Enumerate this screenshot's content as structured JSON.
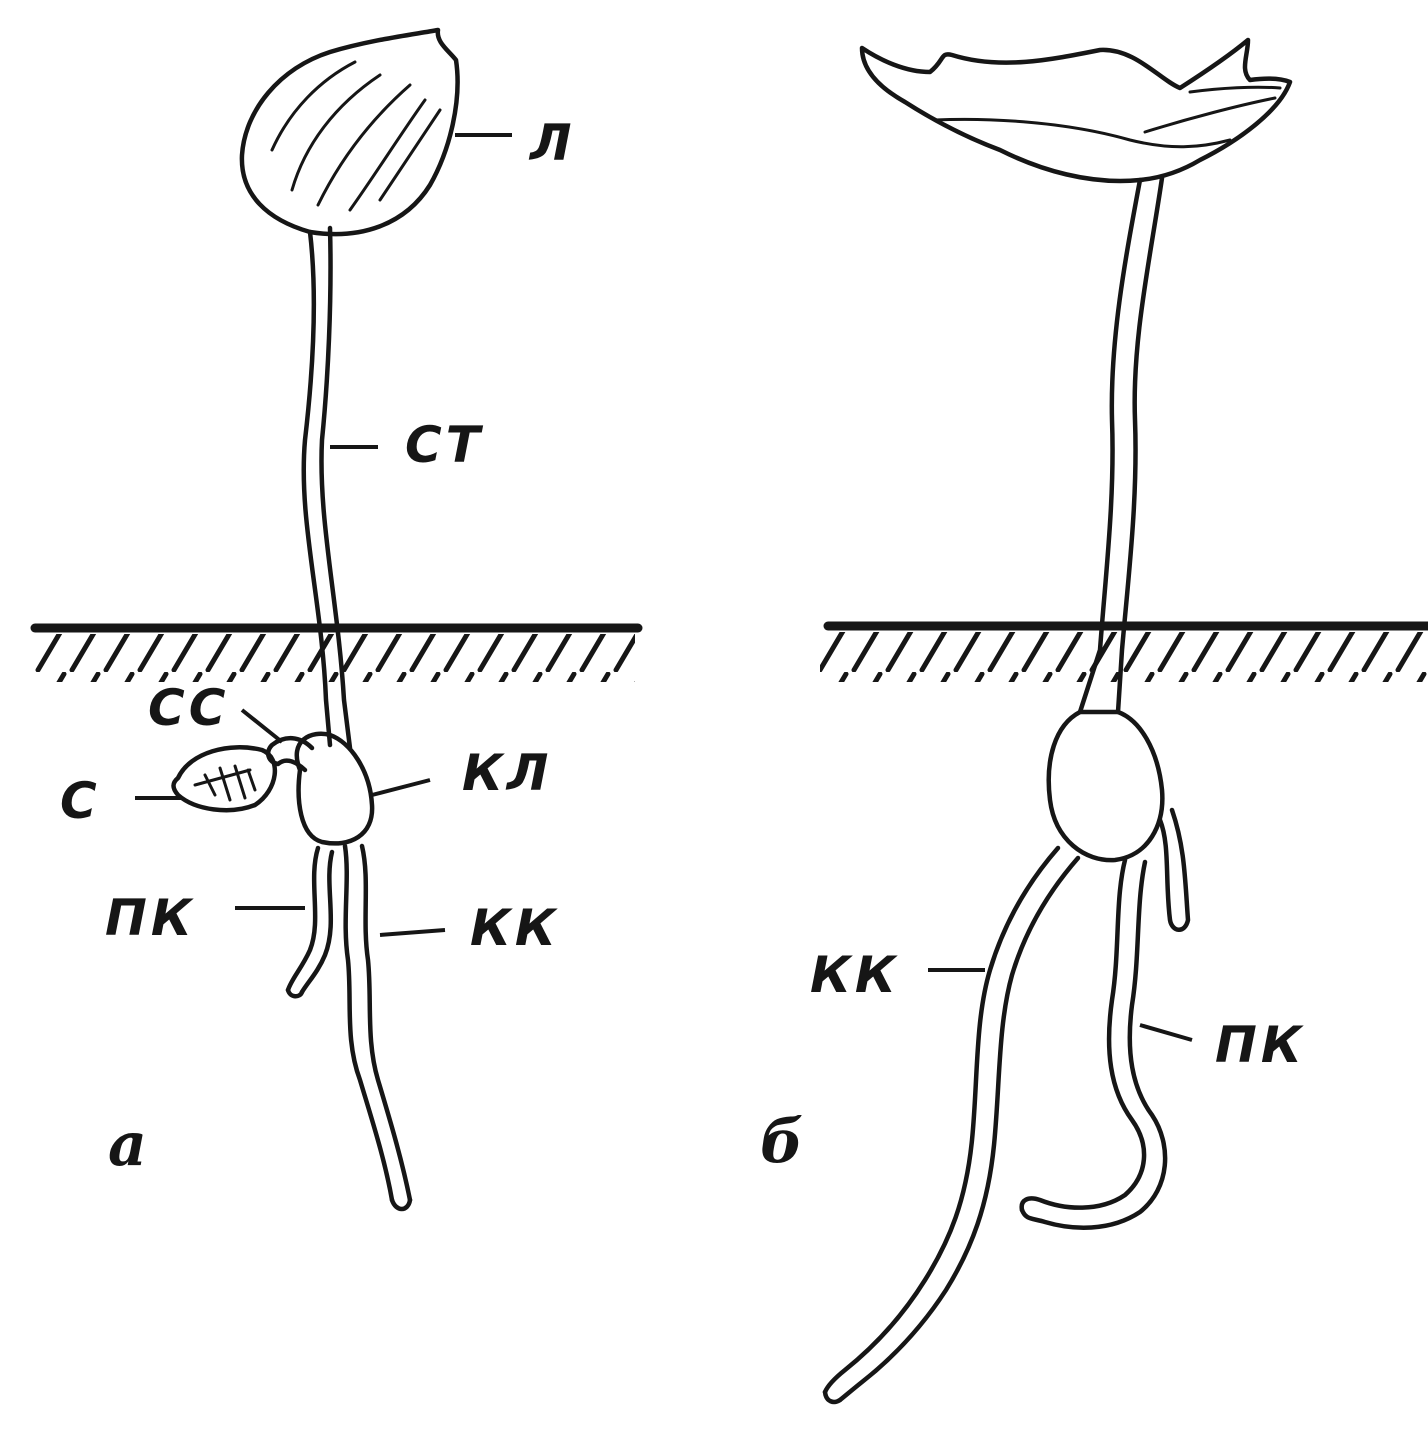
{
  "diagram": {
    "panel_a": {
      "tag": "а",
      "labels": {
        "leaf": "Л",
        "stem": "СТ",
        "seed_coat": "СС",
        "seed": "С",
        "root_collar": "КЛ",
        "lateral_root": "ПК",
        "main_root": "КК"
      }
    },
    "panel_b": {
      "tag": "б",
      "labels": {
        "main_root": "КК",
        "lateral_root": "ПК"
      }
    }
  }
}
